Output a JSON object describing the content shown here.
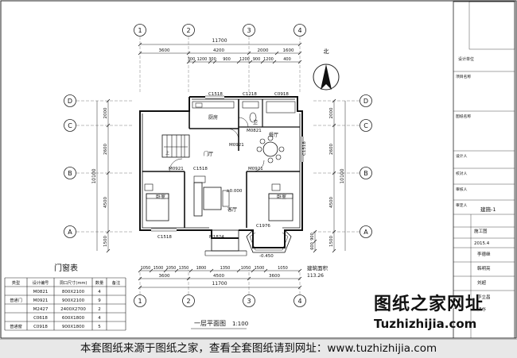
{
  "plan": {
    "axes_top": [
      "1",
      "2",
      "3",
      "4"
    ],
    "axes_side": [
      "D",
      "C",
      "B",
      "A"
    ],
    "dims_top_total": "11700",
    "dims_top_row2": [
      "3600",
      "4200",
      "2000",
      "1600"
    ],
    "dims_top_row3": [
      "300",
      "1200",
      "300",
      "900",
      "1200",
      "900",
      "1200",
      "400"
    ],
    "dims_left": [
      "2000",
      "2600",
      "4500",
      "1500"
    ],
    "dims_left_total": "10100",
    "dims_right": [
      "2000",
      "2600",
      "4500",
      "1500"
    ],
    "dims_right_total": "10100",
    "dims_right_extra": [
      "900",
      "600"
    ],
    "dims_bottom_row1": [
      "1050",
      "1500",
      "1050",
      "1350",
      "1800",
      "1350",
      "1050",
      "1500",
      "1050"
    ],
    "dims_bottom_row2": [
      "3600",
      "4500",
      "3600"
    ],
    "dims_bottom_total": "11700",
    "openings": [
      "C1518",
      "C1218",
      "C0918",
      "M0821",
      "M0921",
      "M0921",
      "M0921",
      "C1518",
      "C1518",
      "M1824",
      "C1976",
      "C1518"
    ],
    "rooms": [
      "厨房",
      "卫",
      "餐厅",
      "客厅",
      "卧室",
      "卧室",
      "门厅",
      "上"
    ],
    "elev_main": "±0.000",
    "elev_step": "-0.450",
    "area_label": "建筑面积",
    "area_value": "113.26",
    "plan_title": "一层平面图",
    "plan_scale": "1:100",
    "north": "北"
  },
  "schedule": {
    "title": "门窗表",
    "headers": [
      "类型",
      "设计编号",
      "洞口尺寸(mm)",
      "数量",
      "备注"
    ],
    "group_door": "普通门",
    "group_window": "普通窗",
    "rows": [
      {
        "code": "M0821",
        "size": "800X2100",
        "qty": "4"
      },
      {
        "code": "M0921",
        "size": "900X2100",
        "qty": "9"
      },
      {
        "code": "M2427",
        "size": "2400X2700",
        "qty": "2"
      },
      {
        "code": "C0618",
        "size": "600X1800",
        "qty": "4"
      },
      {
        "code": "C0918",
        "size": "900X1800",
        "qty": "5"
      }
    ]
  },
  "titleblock": {
    "company": "设计单位",
    "rows": [
      "项目名称",
      "图纸名称",
      "设计人",
      "校对人",
      "审核人",
      "审定人"
    ],
    "drawing_name": "建施-1",
    "stage": "施工图",
    "date": "2015.4",
    "people": [
      "李德继",
      "韩明亮",
      "刘超",
      "李立昌"
    ],
    "proj": "罗华"
  },
  "watermark": {
    "cn": "图纸之家网址",
    "en": "Tuzhizhijia.com"
  },
  "footer": "本套图纸来源于图纸之家，查看全套图纸请到网址：www.tuzhizhijia.com"
}
